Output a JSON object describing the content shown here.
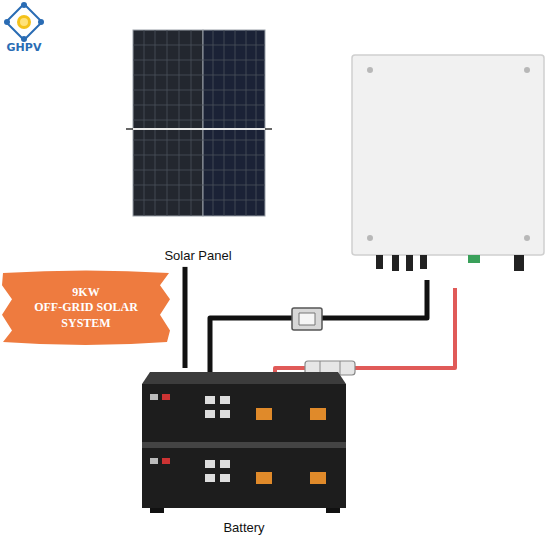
{
  "diagram": {
    "nodes": [
      {
        "text": [
          "Solar Panel"
        ]
      },
      {
        "text": [
          "9KW",
          "OFF-GRID SOLAR SYSTEM"
        ]
      },
      {
        "text": [
          "Battery"
        ]
      }
    ],
    "edges": [
      {
        "from": 0,
        "to": 2,
        "arrow": "none"
      }
    ],
    "labels": [
      "GHPV"
    ]
  }
}
